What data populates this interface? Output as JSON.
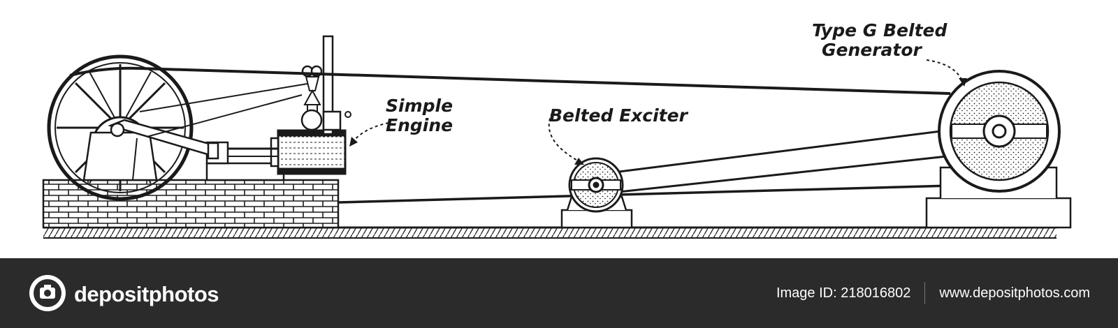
{
  "labels": {
    "engine_line1": "Simple",
    "engine_line2": "Engine",
    "exciter": "Belted Exciter",
    "generator_line1": "Type G Belted",
    "generator_line2": "Generator"
  },
  "footer": {
    "brand_name": "depositphotos",
    "image_id": "Image ID: 218016802",
    "website": "www.depositphotos.com",
    "brand_icon": "camera-aperture-logo",
    "background_color": "#2b2b2b",
    "text_color": "#ffffff"
  },
  "colors": {
    "ink": "#1a1a1a",
    "paper": "#ffffff"
  }
}
